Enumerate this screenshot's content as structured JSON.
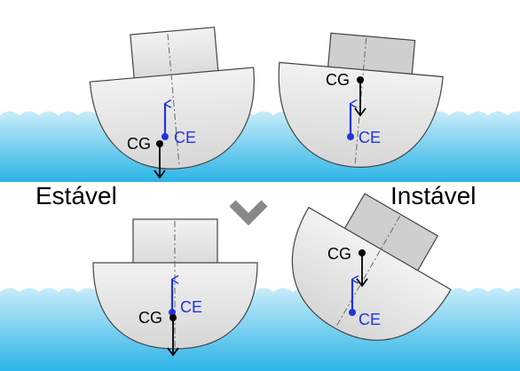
{
  "labels": {
    "stable": "Estável",
    "unstable": "Instável"
  },
  "boats": {
    "top_left": {
      "cg": "CG",
      "ce": "CE"
    },
    "top_right": {
      "cg": "CG",
      "ce": "CE"
    },
    "bottom_left": {
      "cg": "CG",
      "ce": "CE"
    },
    "bottom_right": {
      "cg": "CG",
      "ce": "CE"
    }
  },
  "colors": {
    "water_top": "#c8ecfa",
    "water_bottom": "#2bb4e6",
    "hull_fill": "#e3e3e3",
    "outline": "#444444",
    "buoyancy_blue": "#2233dd",
    "gravity_black": "#000000",
    "arrow_gray": "#888888"
  }
}
